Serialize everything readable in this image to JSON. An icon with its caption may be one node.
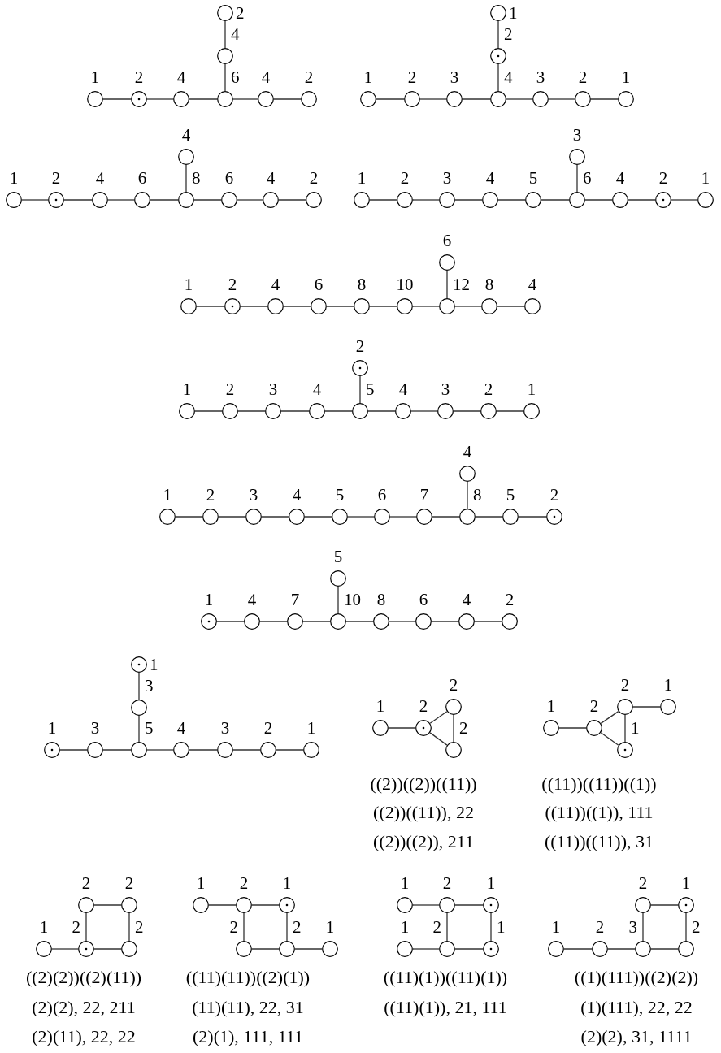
{
  "diagram": {
    "nodes": [
      {
        "text": [],
        "shape": "circle",
        "beside": [
          "2"
        ]
      },
      {
        "text": [],
        "shape": "circle",
        "beside": [
          "4"
        ]
      },
      {
        "text": [],
        "shape": "circle",
        "beside": [
          "1"
        ]
      },
      {
        "text": [],
        "shape": "circled-dot",
        "beside": [
          "2"
        ]
      },
      {
        "text": [],
        "shape": "circle",
        "beside": [
          "4"
        ]
      },
      {
        "text": [],
        "shape": "circle",
        "beside": [
          "6"
        ]
      },
      {
        "text": [],
        "shape": "circle",
        "beside": [
          "4"
        ]
      },
      {
        "text": [],
        "shape": "circle",
        "beside": [
          "2"
        ]
      },
      {
        "text": [],
        "shape": "circle",
        "beside": [
          "1"
        ]
      },
      {
        "text": [],
        "shape": "circled-dot",
        "beside": [
          "2"
        ]
      },
      {
        "text": [],
        "shape": "circle",
        "beside": [
          "1"
        ]
      },
      {
        "text": [],
        "shape": "circle",
        "beside": [
          "2"
        ]
      },
      {
        "text": [],
        "shape": "circle",
        "beside": [
          "3"
        ]
      },
      {
        "text": [],
        "shape": "circle",
        "beside": [
          "4"
        ]
      },
      {
        "text": [],
        "shape": "circle",
        "beside": [
          "3"
        ]
      },
      {
        "text": [],
        "shape": "circle",
        "beside": [
          "2"
        ]
      },
      {
        "text": [],
        "shape": "circle",
        "beside": [
          "1"
        ]
      },
      {
        "text": [],
        "shape": "circle",
        "beside": [
          "4"
        ]
      },
      {
        "text": [],
        "shape": "circle",
        "beside": [
          "1"
        ]
      },
      {
        "text": [],
        "shape": "circled-dot",
        "beside": [
          "2"
        ]
      },
      {
        "text": [],
        "shape": "circle",
        "beside": [
          "4"
        ]
      },
      {
        "text": [],
        "shape": "circle",
        "beside": [
          "6"
        ]
      },
      {
        "text": [],
        "shape": "circle",
        "beside": [
          "8"
        ]
      },
      {
        "text": [],
        "shape": "circle",
        "beside": [
          "6"
        ]
      },
      {
        "text": [],
        "shape": "circle",
        "beside": [
          "4"
        ]
      },
      {
        "text": [],
        "shape": "circle",
        "beside": [
          "2"
        ]
      },
      {
        "text": [],
        "shape": "circle",
        "beside": [
          "3"
        ]
      },
      {
        "text": [],
        "shape": "circle",
        "beside": [
          "1"
        ]
      },
      {
        "text": [],
        "shape": "circle",
        "beside": [
          "2"
        ]
      },
      {
        "text": [],
        "shape": "circle",
        "beside": [
          "3"
        ]
      },
      {
        "text": [],
        "shape": "circle",
        "beside": [
          "4"
        ]
      },
      {
        "text": [],
        "shape": "circle",
        "beside": [
          "5"
        ]
      },
      {
        "text": [],
        "shape": "circle",
        "beside": [
          "6"
        ]
      },
      {
        "text": [],
        "shape": "circle",
        "beside": [
          "4"
        ]
      },
      {
        "text": [],
        "shape": "circled-dot",
        "beside": [
          "2"
        ]
      },
      {
        "text": [],
        "shape": "circle",
        "beside": [
          "1"
        ]
      },
      {
        "text": [],
        "shape": "circle",
        "beside": [
          "6"
        ]
      },
      {
        "text": [],
        "shape": "circle",
        "beside": [
          "1"
        ]
      },
      {
        "text": [],
        "shape": "circled-dot",
        "beside": [
          "2"
        ]
      },
      {
        "text": [],
        "shape": "circle",
        "beside": [
          "4"
        ]
      },
      {
        "text": [],
        "shape": "circle",
        "beside": [
          "6"
        ]
      },
      {
        "text": [],
        "shape": "circle",
        "beside": [
          "8"
        ]
      },
      {
        "text": [],
        "shape": "circle",
        "beside": [
          "10"
        ]
      },
      {
        "text": [],
        "shape": "circle",
        "beside": [
          "12"
        ]
      },
      {
        "text": [],
        "shape": "circle",
        "beside": [
          "8"
        ]
      },
      {
        "text": [],
        "shape": "circle",
        "beside": [
          "4"
        ]
      },
      {
        "text": [],
        "shape": "circled-dot",
        "beside": [
          "2"
        ]
      },
      {
        "text": [],
        "shape": "circle",
        "beside": [
          "1"
        ]
      },
      {
        "text": [],
        "shape": "circle",
        "beside": [
          "2"
        ]
      },
      {
        "text": [],
        "shape": "circle",
        "beside": [
          "3"
        ]
      },
      {
        "text": [],
        "shape": "circle",
        "beside": [
          "4"
        ]
      },
      {
        "text": [],
        "shape": "circle",
        "beside": [
          "5"
        ]
      },
      {
        "text": [],
        "shape": "circle",
        "beside": [
          "4"
        ]
      },
      {
        "text": [],
        "shape": "circle",
        "beside": [
          "3"
        ]
      },
      {
        "text": [],
        "shape": "circle",
        "beside": [
          "2"
        ]
      },
      {
        "text": [],
        "shape": "circle",
        "beside": [
          "1"
        ]
      },
      {
        "text": [],
        "shape": "circle",
        "beside": [
          "4"
        ]
      },
      {
        "text": [],
        "shape": "circle",
        "beside": [
          "1"
        ]
      },
      {
        "text": [],
        "shape": "circle",
        "beside": [
          "2"
        ]
      },
      {
        "text": [],
        "shape": "circle",
        "beside": [
          "3"
        ]
      },
      {
        "text": [],
        "shape": "circle",
        "beside": [
          "4"
        ]
      },
      {
        "text": [],
        "shape": "circle",
        "beside": [
          "5"
        ]
      },
      {
        "text": [],
        "shape": "circle",
        "beside": [
          "6"
        ]
      },
      {
        "text": [],
        "shape": "circle",
        "beside": [
          "7"
        ]
      },
      {
        "text": [],
        "shape": "circle",
        "beside": [
          "8"
        ]
      },
      {
        "text": [],
        "shape": "circle",
        "beside": [
          "5"
        ]
      },
      {
        "text": [],
        "shape": "circled-dot",
        "beside": [
          "2"
        ]
      },
      {
        "text": [],
        "shape": "circle",
        "beside": [
          "5"
        ]
      },
      {
        "text": [],
        "shape": "circled-dot",
        "beside": [
          "1"
        ]
      },
      {
        "text": [],
        "shape": "circle",
        "beside": [
          "4"
        ]
      },
      {
        "text": [],
        "shape": "circle",
        "beside": [
          "7"
        ]
      },
      {
        "text": [],
        "shape": "circle",
        "beside": [
          "10"
        ]
      },
      {
        "text": [],
        "shape": "circle",
        "beside": [
          "8"
        ]
      },
      {
        "text": [],
        "shape": "circle",
        "beside": [
          "6"
        ]
      },
      {
        "text": [],
        "shape": "circle",
        "beside": [
          "4"
        ]
      },
      {
        "text": [],
        "shape": "circle",
        "beside": [
          "2"
        ]
      },
      {
        "text": [],
        "shape": "circled-dot",
        "beside": [
          "1"
        ]
      },
      {
        "text": [],
        "shape": "circle",
        "beside": [
          "3"
        ]
      },
      {
        "text": [],
        "shape": "circled-dot",
        "beside": [
          "1"
        ]
      },
      {
        "text": [],
        "shape": "circle",
        "beside": [
          "3"
        ]
      },
      {
        "text": [],
        "shape": "circle",
        "beside": [
          "5"
        ]
      },
      {
        "text": [],
        "shape": "circle",
        "beside": [
          "4"
        ]
      },
      {
        "text": [],
        "shape": "circle",
        "beside": [
          "3"
        ]
      },
      {
        "text": [],
        "shape": "circle",
        "beside": [
          "2"
        ]
      },
      {
        "text": [],
        "shape": "circle",
        "beside": [
          "1"
        ]
      },
      {
        "text": [],
        "shape": "circle",
        "beside": [
          "2"
        ]
      },
      {
        "text": [],
        "shape": "circle",
        "beside": [
          "1"
        ]
      },
      {
        "text": [],
        "shape": "circled-dot",
        "beside": [
          "2"
        ]
      },
      {
        "text": [],
        "shape": "circle",
        "beside": [
          "2"
        ]
      },
      {
        "text": [],
        "shape": "circle",
        "beside": [
          "2"
        ]
      },
      {
        "text": [],
        "shape": "circle",
        "beside": [
          "1"
        ]
      },
      {
        "text": [],
        "shape": "circle",
        "beside": [
          "1"
        ]
      },
      {
        "text": [],
        "shape": "circle",
        "beside": [
          "2"
        ]
      },
      {
        "text": [],
        "shape": "circled-dot",
        "beside": [
          "1"
        ]
      },
      {
        "text": [],
        "shape": "circle",
        "beside": [
          "2"
        ]
      },
      {
        "text": [],
        "shape": "circle",
        "beside": [
          "2"
        ]
      },
      {
        "text": [],
        "shape": "circle",
        "beside": [
          "1"
        ]
      },
      {
        "text": [],
        "shape": "circled-dot",
        "beside": [
          "2"
        ]
      },
      {
        "text": [],
        "shape": "circle",
        "beside": [
          "2"
        ]
      },
      {
        "text": [],
        "shape": "circle",
        "beside": [
          "1"
        ]
      },
      {
        "text": [],
        "shape": "circle",
        "beside": [
          "2"
        ]
      },
      {
        "text": [],
        "shape": "circled-dot",
        "beside": [
          "1"
        ]
      },
      {
        "text": [],
        "shape": "circle",
        "beside": [
          "2"
        ]
      },
      {
        "text": [],
        "shape": "circle",
        "beside": [
          "2"
        ]
      },
      {
        "text": [],
        "shape": "circle",
        "beside": [
          "1"
        ]
      },
      {
        "text": [],
        "shape": "circle",
        "beside": [
          "1"
        ]
      },
      {
        "text": [],
        "shape": "circle",
        "beside": [
          "2"
        ]
      },
      {
        "text": [],
        "shape": "circled-dot",
        "beside": [
          "1"
        ]
      },
      {
        "text": [],
        "shape": "circle",
        "beside": [
          "1"
        ]
      },
      {
        "text": [],
        "shape": "circle",
        "beside": [
          "2"
        ]
      },
      {
        "text": [],
        "shape": "circled-dot",
        "beside": [
          "1"
        ]
      },
      {
        "text": [],
        "shape": "circle",
        "beside": [
          "2"
        ]
      },
      {
        "text": [],
        "shape": "circled-dot",
        "beside": [
          "1"
        ]
      },
      {
        "text": [],
        "shape": "circle",
        "beside": [
          "1"
        ]
      },
      {
        "text": [],
        "shape": "circle",
        "beside": [
          "2"
        ]
      },
      {
        "text": [],
        "shape": "circle",
        "beside": [
          "3"
        ]
      },
      {
        "text": [],
        "shape": "circle",
        "beside": [
          "2"
        ]
      }
    ],
    "edges": [
      {
        "from": 0,
        "to": 1,
        "arrow": "none"
      },
      {
        "from": 1,
        "to": 5,
        "arrow": "none"
      },
      {
        "from": 2,
        "to": 3,
        "arrow": "none"
      },
      {
        "from": 3,
        "to": 4,
        "arrow": "none"
      },
      {
        "from": 4,
        "to": 5,
        "arrow": "none"
      },
      {
        "from": 5,
        "to": 6,
        "arrow": "none"
      },
      {
        "from": 6,
        "to": 7,
        "arrow": "none"
      },
      {
        "from": 8,
        "to": 9,
        "arrow": "none"
      },
      {
        "from": 9,
        "to": 13,
        "arrow": "none"
      },
      {
        "from": 10,
        "to": 11,
        "arrow": "none"
      },
      {
        "from": 11,
        "to": 12,
        "arrow": "none"
      },
      {
        "from": 12,
        "to": 13,
        "arrow": "none"
      },
      {
        "from": 13,
        "to": 14,
        "arrow": "none"
      },
      {
        "from": 14,
        "to": 15,
        "arrow": "none"
      },
      {
        "from": 15,
        "to": 16,
        "arrow": "none"
      },
      {
        "from": 17,
        "to": 22,
        "arrow": "none"
      },
      {
        "from": 18,
        "to": 19,
        "arrow": "none"
      },
      {
        "from": 19,
        "to": 20,
        "arrow": "none"
      },
      {
        "from": 20,
        "to": 21,
        "arrow": "none"
      },
      {
        "from": 21,
        "to": 22,
        "arrow": "none"
      },
      {
        "from": 22,
        "to": 23,
        "arrow": "none"
      },
      {
        "from": 23,
        "to": 24,
        "arrow": "none"
      },
      {
        "from": 24,
        "to": 25,
        "arrow": "none"
      },
      {
        "from": 26,
        "to": 32,
        "arrow": "none"
      },
      {
        "from": 27,
        "to": 28,
        "arrow": "none"
      },
      {
        "from": 28,
        "to": 29,
        "arrow": "none"
      },
      {
        "from": 29,
        "to": 30,
        "arrow": "none"
      },
      {
        "from": 30,
        "to": 31,
        "arrow": "none"
      },
      {
        "from": 31,
        "to": 32,
        "arrow": "none"
      },
      {
        "from": 32,
        "to": 33,
        "arrow": "none"
      },
      {
        "from": 33,
        "to": 34,
        "arrow": "none"
      },
      {
        "from": 34,
        "to": 35,
        "arrow": "none"
      },
      {
        "from": 36,
        "to": 43,
        "arrow": "none"
      },
      {
        "from": 37,
        "to": 38,
        "arrow": "none"
      },
      {
        "from": 38,
        "to": 39,
        "arrow": "none"
      },
      {
        "from": 39,
        "to": 40,
        "arrow": "none"
      },
      {
        "from": 40,
        "to": 41,
        "arrow": "none"
      },
      {
        "from": 41,
        "to": 42,
        "arrow": "none"
      },
      {
        "from": 42,
        "to": 43,
        "arrow": "none"
      },
      {
        "from": 43,
        "to": 44,
        "arrow": "none"
      },
      {
        "from": 44,
        "to": 45,
        "arrow": "none"
      },
      {
        "from": 46,
        "to": 51,
        "arrow": "none"
      },
      {
        "from": 47,
        "to": 48,
        "arrow": "none"
      },
      {
        "from": 48,
        "to": 49,
        "arrow": "none"
      },
      {
        "from": 49,
        "to": 50,
        "arrow": "none"
      },
      {
        "from": 50,
        "to": 51,
        "arrow": "none"
      },
      {
        "from": 51,
        "to": 52,
        "arrow": "none"
      },
      {
        "from": 52,
        "to": 53,
        "arrow": "none"
      },
      {
        "from": 53,
        "to": 54,
        "arrow": "none"
      },
      {
        "from": 54,
        "to": 55,
        "arrow": "none"
      },
      {
        "from": 56,
        "to": 64,
        "arrow": "none"
      },
      {
        "from": 57,
        "to": 58,
        "arrow": "none"
      },
      {
        "from": 58,
        "to": 59,
        "arrow": "none"
      },
      {
        "from": 59,
        "to": 60,
        "arrow": "none"
      },
      {
        "from": 60,
        "to": 61,
        "arrow": "none"
      },
      {
        "from": 61,
        "to": 62,
        "arrow": "none"
      },
      {
        "from": 62,
        "to": 63,
        "arrow": "none"
      },
      {
        "from": 63,
        "to": 64,
        "arrow": "none"
      },
      {
        "from": 64,
        "to": 65,
        "arrow": "none"
      },
      {
        "from": 65,
        "to": 66,
        "arrow": "none"
      },
      {
        "from": 67,
        "to": 71,
        "arrow": "none"
      },
      {
        "from": 68,
        "to": 69,
        "arrow": "none"
      },
      {
        "from": 69,
        "to": 70,
        "arrow": "none"
      },
      {
        "from": 70,
        "to": 71,
        "arrow": "none"
      },
      {
        "from": 71,
        "to": 72,
        "arrow": "none"
      },
      {
        "from": 72,
        "to": 73,
        "arrow": "none"
      },
      {
        "from": 73,
        "to": 74,
        "arrow": "none"
      },
      {
        "from": 74,
        "to": 75,
        "arrow": "none"
      },
      {
        "from": 76,
        "to": 77,
        "arrow": "none"
      },
      {
        "from": 77,
        "to": 80,
        "arrow": "none"
      },
      {
        "from": 78,
        "to": 79,
        "arrow": "none"
      },
      {
        "from": 79,
        "to": 80,
        "arrow": "none"
      },
      {
        "from": 80,
        "to": 81,
        "arrow": "none"
      },
      {
        "from": 81,
        "to": 82,
        "arrow": "none"
      },
      {
        "from": 82,
        "to": 83,
        "arrow": "none"
      },
      {
        "from": 83,
        "to": 84,
        "arrow": "none"
      },
      {
        "from": 86,
        "to": 87,
        "arrow": "none"
      },
      {
        "from": 87,
        "to": 85,
        "arrow": "none"
      },
      {
        "from": 87,
        "to": 88,
        "arrow": "none"
      },
      {
        "from": 85,
        "to": 88,
        "arrow": "none"
      },
      {
        "from": 91,
        "to": 92,
        "arrow": "none"
      },
      {
        "from": 92,
        "to": 89,
        "arrow": "none"
      },
      {
        "from": 92,
        "to": 93,
        "arrow": "none"
      },
      {
        "from": 89,
        "to": 90,
        "arrow": "none"
      },
      {
        "from": 89,
        "to": 93,
        "arrow": "none"
      },
      {
        "from": 94,
        "to": 95,
        "arrow": "none"
      },
      {
        "from": 94,
        "to": 97,
        "arrow": "none"
      },
      {
        "from": 95,
        "to": 98,
        "arrow": "none"
      },
      {
        "from": 96,
        "to": 97,
        "arrow": "none"
      },
      {
        "from": 97,
        "to": 98,
        "arrow": "none"
      },
      {
        "from": 99,
        "to": 100,
        "arrow": "none"
      },
      {
        "from": 100,
        "to": 101,
        "arrow": "none"
      },
      {
        "from": 100,
        "to": 102,
        "arrow": "none"
      },
      {
        "from": 101,
        "to": 103,
        "arrow": "none"
      },
      {
        "from": 102,
        "to": 103,
        "arrow": "none"
      },
      {
        "from": 103,
        "to": 104,
        "arrow": "none"
      },
      {
        "from": 105,
        "to": 106,
        "arrow": "none"
      },
      {
        "from": 106,
        "to": 107,
        "arrow": "none"
      },
      {
        "from": 106,
        "to": 109,
        "arrow": "none"
      },
      {
        "from": 107,
        "to": 110,
        "arrow": "none"
      },
      {
        "from": 108,
        "to": 109,
        "arrow": "none"
      },
      {
        "from": 109,
        "to": 110,
        "arrow": "none"
      },
      {
        "from": 111,
        "to": 112,
        "arrow": "none"
      },
      {
        "from": 111,
        "to": 115,
        "arrow": "none"
      },
      {
        "from": 112,
        "to": 116,
        "arrow": "none"
      },
      {
        "from": 113,
        "to": 114,
        "arrow": "none"
      },
      {
        "from": 114,
        "to": 115,
        "arrow": "none"
      },
      {
        "from": 115,
        "to": 116,
        "arrow": "none"
      }
    ],
    "labels": [
      "((2))((2))((11))",
      "((11))((11))((1))",
      "((2))((11)), 22",
      "((11))((1)), 111",
      "((2))((2)), 211",
      "((11))((11)), 31",
      "((2)(2))((2)(11))",
      "((11)(11))((2)(1))",
      "((11)(1))((11)(1))",
      "((1)(111))((2)(2))",
      "(2)(2), 22, 211",
      "(11)(11), 22, 31",
      "((11)(1)), 21, 111",
      "(1)(111), 22, 22",
      "(2)(11), 22, 22",
      "(2)(1), 111, 111",
      "(2)(2), 31, 1111"
    ]
  }
}
